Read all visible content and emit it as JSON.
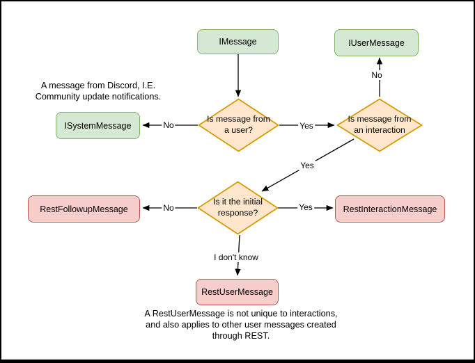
{
  "colors": {
    "canvas_background": "#ffffff",
    "canvas_border": "#000000",
    "green_fill": "#d5e8d4",
    "green_stroke": "#82b366",
    "orange_fill": "#ffe6cc",
    "orange_stroke": "#d79b00",
    "red_fill": "#f8cecc",
    "red_stroke": "#b85450",
    "edge_color": "#000000",
    "text_color": "#000000"
  },
  "nodes": {
    "imessage": "IMessage",
    "iusermessage": "IUserMessage",
    "isystemmessage": "ISystemMessage",
    "decision_from_user": "Is message from\na user?",
    "decision_from_interaction": "Is message from\nan interaction",
    "decision_initial_response": "Is it the initial\nresponse?",
    "restfollowupmessage": "RestFollowupMessage",
    "restinteractionmessage": "RestInteractionMessage",
    "restusermessage": "RestUserMessage"
  },
  "edge_labels": {
    "user_no": "No",
    "user_yes": "Yes",
    "interaction_no": "No",
    "interaction_yes": "Yes",
    "initial_no": "No",
    "initial_yes": "Yes",
    "initial_unknown": "I don't know"
  },
  "notes": {
    "system_message_note": "A message from Discord, I.E.\nCommunity update notifications.",
    "rest_user_message_note": "A RestUserMessage is not unique to interactions,\nand also applies to other user messages created\nthrough REST."
  }
}
